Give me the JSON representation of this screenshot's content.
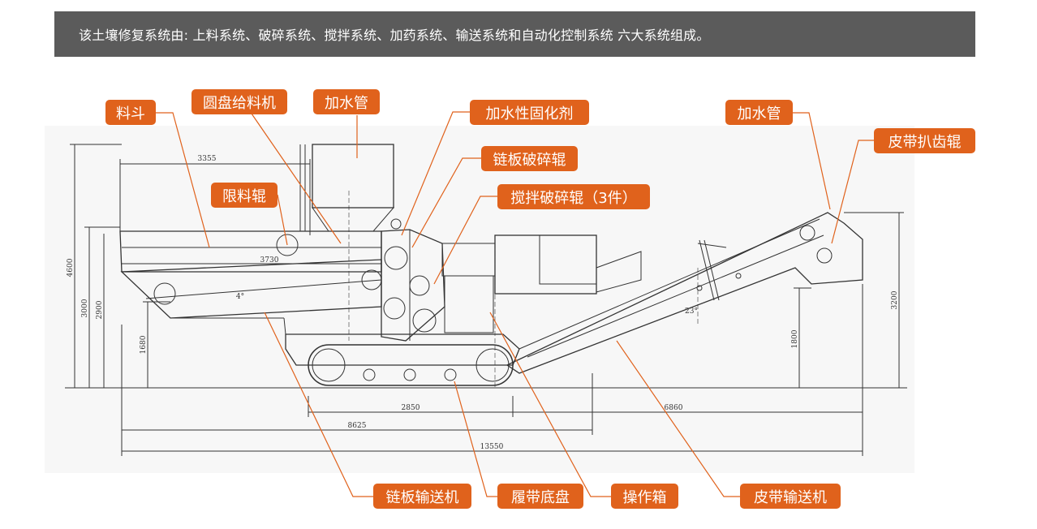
{
  "banner": {
    "text": "该土壤修复系统由: 上料系统、破碎系统、搅拌系统、加药系统、输送系统和自动化控制系统 六大系统组成。"
  },
  "callouts": {
    "hopper": "料斗",
    "disc_feeder": "圆盘给料机",
    "water_pipe_left": "加水管",
    "limit_roller": "限料辊",
    "curing_agent": "加水性固化剂",
    "chain_crusher": "链板破碎辊",
    "mix_crusher": "搅拌破碎辊（3件）",
    "water_pipe_right": "加水管",
    "belt_scraper": "皮带扒齿辊",
    "chain_conveyor": "链板输送机",
    "track_chassis": "履带底盘",
    "control_box": "操作箱",
    "belt_conveyor": "皮带输送机"
  },
  "dimensions": {
    "d3355": "3355",
    "d3730": "3730",
    "d4600": "4600",
    "d3000": "3000",
    "d2900": "2900",
    "d1680": "1680",
    "d2850": "2850",
    "d8625": "8625",
    "d13550": "13550",
    "d6860": "6860",
    "d1800": "1800",
    "d3200": "3200",
    "angle_4": "4°",
    "angle_23": "23°"
  },
  "colors": {
    "accent": "#e0621c",
    "banner": "#5b5b5b",
    "line": "#333333"
  }
}
